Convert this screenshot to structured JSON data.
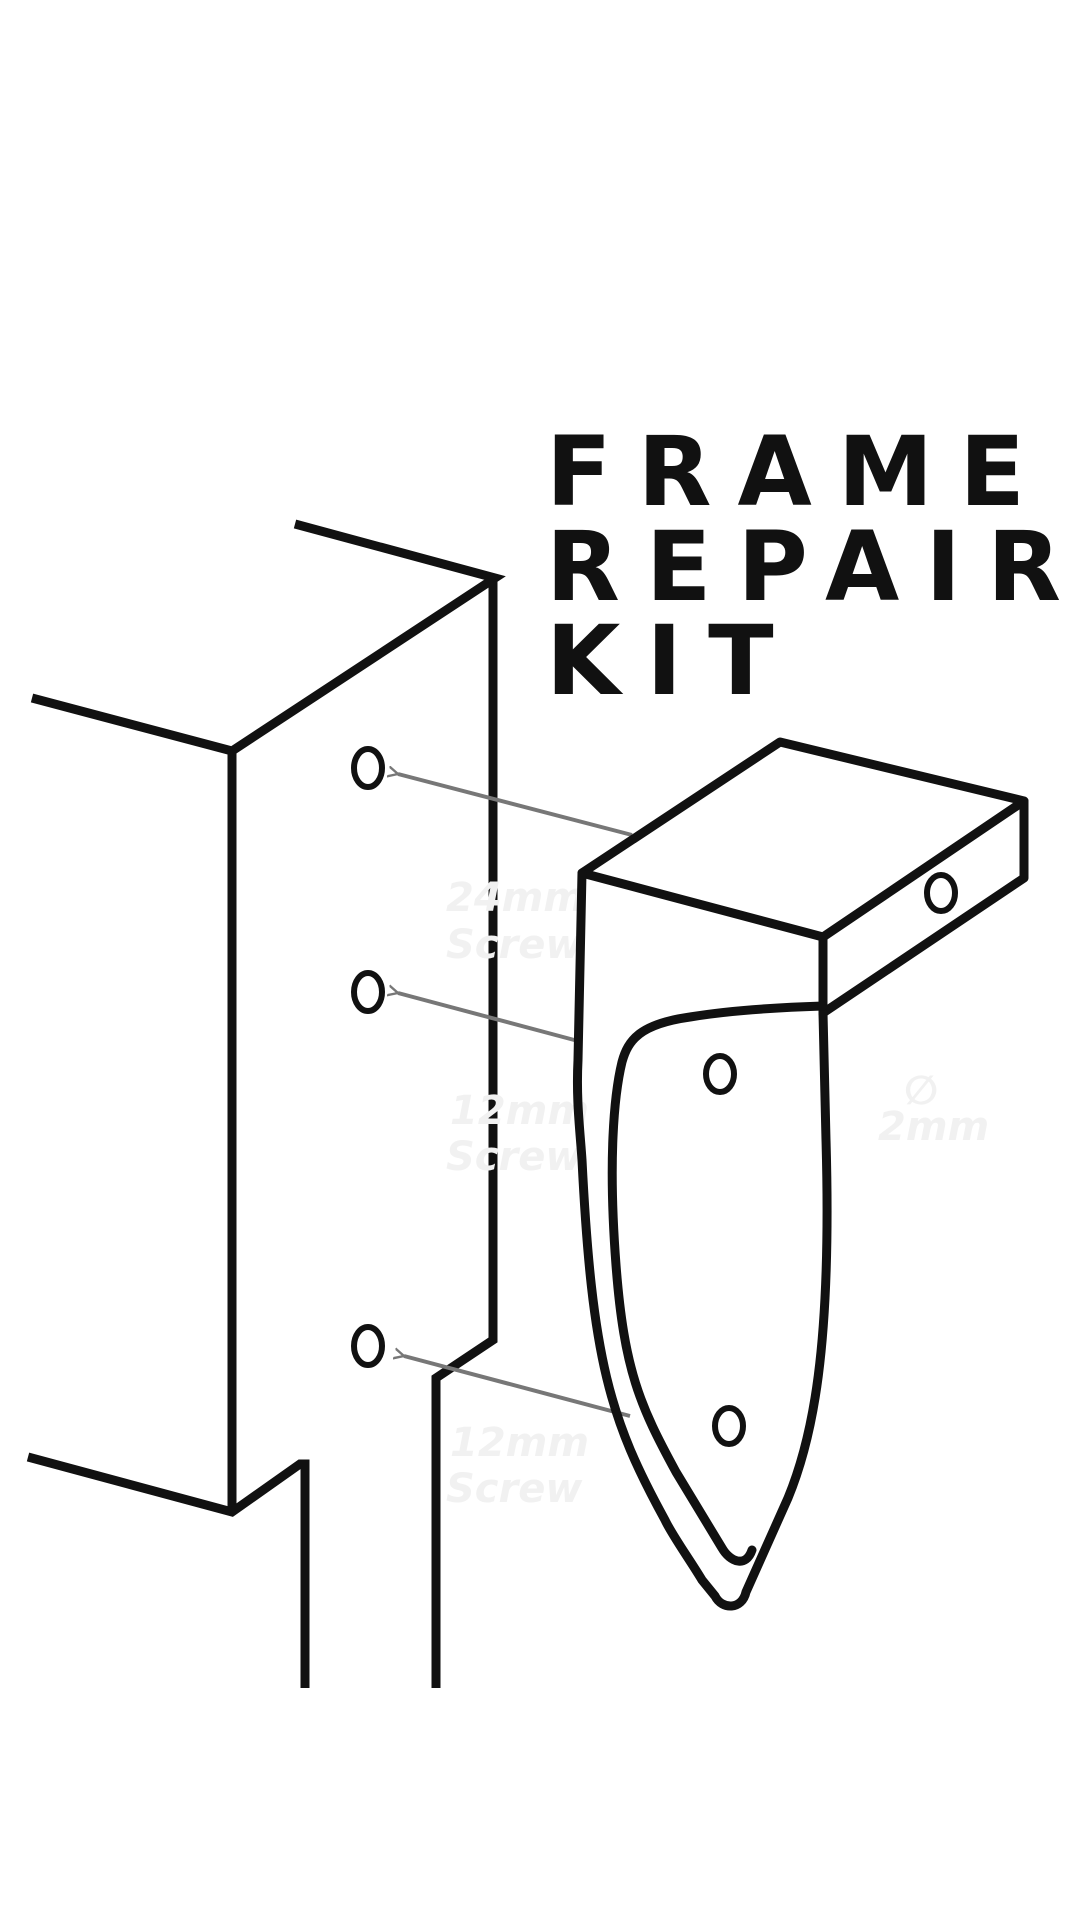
{
  "title": {
    "line1": "FRAME",
    "line2": "REPAIR",
    "line3": "KIT"
  },
  "labels": {
    "screw_top": [
      "24mm",
      "Screw"
    ],
    "screw_middle": [
      "12mm",
      "Screw"
    ],
    "screw_bottom": [
      "12mm",
      "Screw"
    ],
    "hole_diameter": [
      "∅",
      "2mm"
    ]
  },
  "colors": {
    "ink": "#111111",
    "arrow": "#777777",
    "label": "#f1f1f1",
    "background": "#ffffff"
  }
}
